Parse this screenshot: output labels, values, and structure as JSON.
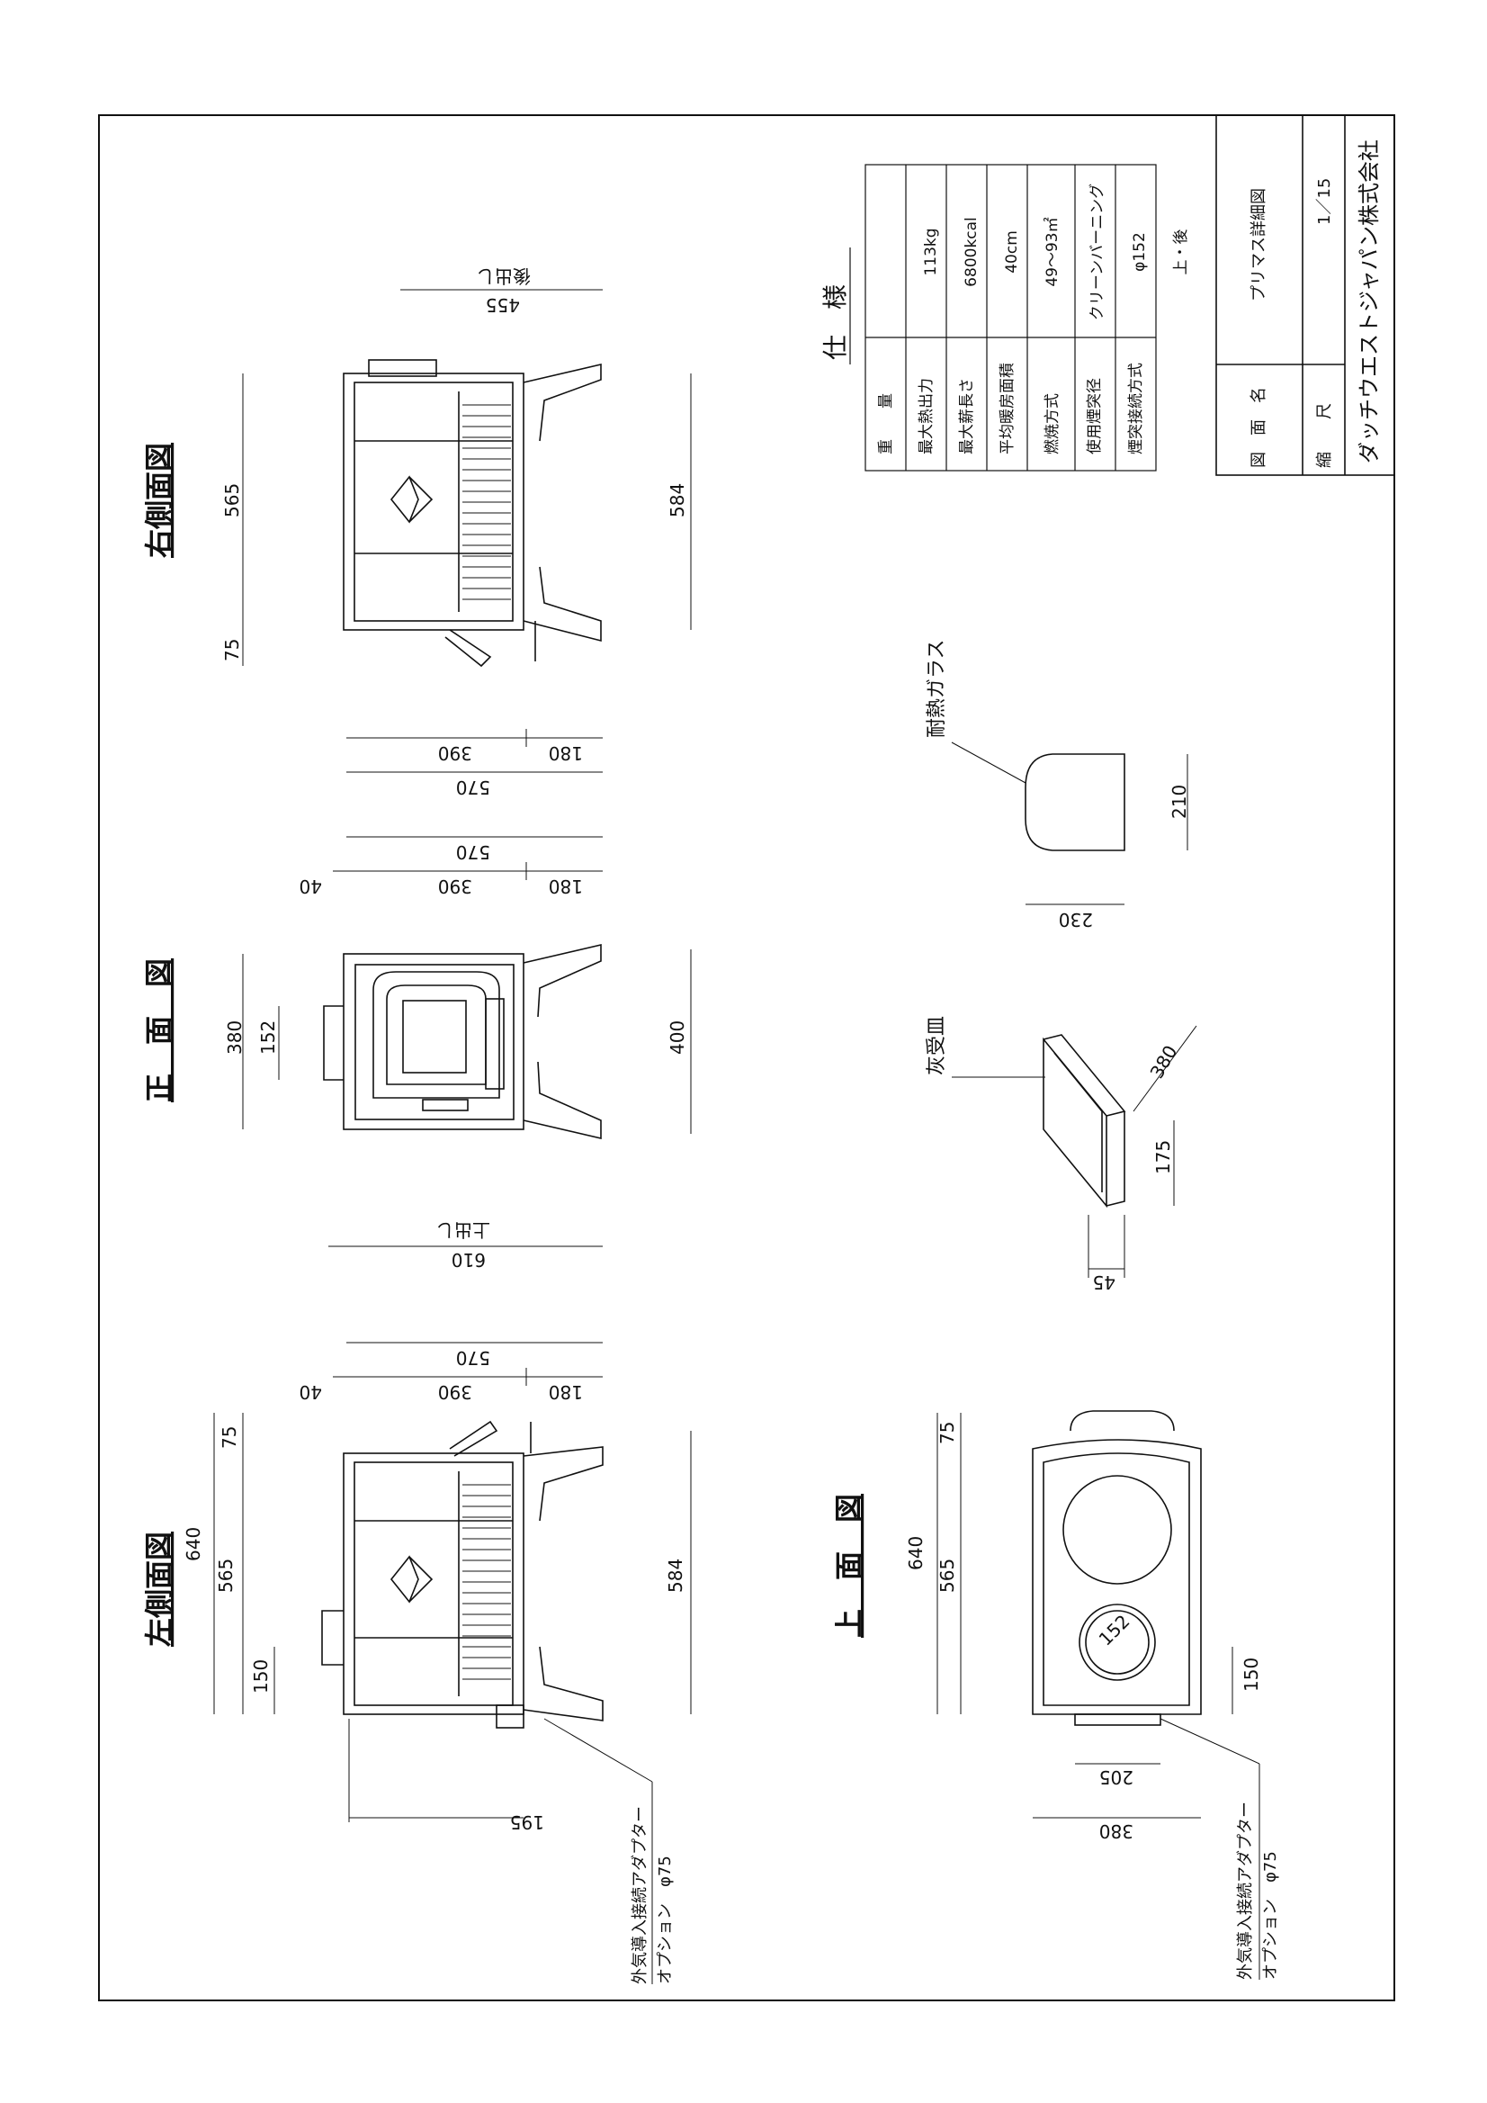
{
  "views": {
    "left_side": "左側面図",
    "front": "正　面　図",
    "right_side": "右側面図",
    "top": "上　面　図"
  },
  "dims": {
    "left": {
      "d640": "640",
      "d565": "565",
      "d150": "150",
      "d75": "75",
      "d584": "584",
      "d195": "195",
      "d40": "40",
      "d390": "390",
      "d180": "180",
      "d570": "570"
    },
    "front": {
      "d380": "380",
      "d152": "152",
      "d400": "400",
      "d610": "610",
      "d40": "40",
      "d390": "390",
      "d180": "180",
      "d570": "570",
      "outlet": "上出し"
    },
    "right": {
      "d565": "565",
      "d75": "75",
      "d584": "584",
      "d455": "455",
      "outlet": "後出し",
      "d390": "390",
      "d180": "180",
      "d570": "570"
    },
    "top": {
      "d640": "640",
      "d565": "565",
      "d75": "75",
      "d150": "150",
      "d152": "152",
      "d205": "205",
      "d380": "380"
    },
    "ash": {
      "d380": "380",
      "d175": "175",
      "d45": "45"
    },
    "glass": {
      "d210": "210",
      "d230": "230"
    }
  },
  "notes": {
    "adapter_line1": "外気導入接続アダプター",
    "adapter_line2": "オプション　φ75",
    "ash_pan": "灰受皿",
    "glass": "耐熱ガラス"
  },
  "spec": {
    "title": "仕　様",
    "rows": [
      {
        "label": "重　　量",
        "value": "113kg"
      },
      {
        "label": "最大熱出力",
        "value": "6800kcal"
      },
      {
        "label": "最大薪長さ",
        "value": "40cm"
      },
      {
        "label": "平均暖房面積",
        "value": "49～93㎡"
      },
      {
        "label": "燃焼方式",
        "value": "クリーンバーニング"
      },
      {
        "label": "使用煙突径",
        "value": "φ152"
      },
      {
        "label": "煙突接続方式",
        "value": "上・後"
      }
    ]
  },
  "titleblock": {
    "name_label": "図　面　名",
    "name_value": "プリマス詳細図",
    "scale_label": "縮　　尺",
    "scale_value": "1／15",
    "company": "ダッチウエストジャパン株式会社"
  }
}
